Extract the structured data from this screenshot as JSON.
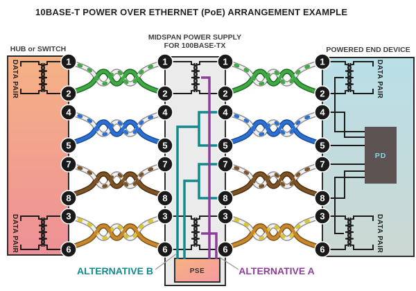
{
  "title": "10BASE-T POWER OVER ETHERNET (PoE) ARRANGEMENT EXAMPLE",
  "hub": {
    "label": "HUB or SWITCH",
    "data_pair_top": "DATA PAIR",
    "data_pair_bottom": "DATA PAIR"
  },
  "midspan": {
    "label_line1": "MIDSPAN POWER SUPPLY",
    "label_line2": "FOR 100BASE-TX",
    "pse": "PSE"
  },
  "end_device": {
    "label": "POWERED END DEVICE",
    "pd": "PD",
    "data_pair_top": "DATA PAIR",
    "data_pair_bottom": "DATA PAIR"
  },
  "pin_numbers": [
    "1",
    "2",
    "4",
    "5",
    "7",
    "8",
    "3",
    "6"
  ],
  "annotations": {
    "alternative_b": "ALTERNATIVE B",
    "alternative_a": "ALTERNATIVE A"
  },
  "colors": {
    "alternative_b_teal": "#12898c",
    "alternative_a_purple": "#8b3f98",
    "pair_green": "#3fa944",
    "pair_blue": "#2c6fd2",
    "pair_brown": "#7d5224",
    "pair_orange": "#c8872b",
    "pair_orange_stripe": "#ddc72e",
    "hub_gradient_top": "#f5b285",
    "hub_gradient_bottom": "#ee9097",
    "device_gradient_top": "#b9dfe7",
    "device_gradient_bottom": "#ccd8d3",
    "pse_gradient_start": "#f8b27f",
    "pse_gradient_end": "#f49aa2",
    "midspan_fill": "#ebebeb",
    "pd_fill": "#5c5251"
  }
}
